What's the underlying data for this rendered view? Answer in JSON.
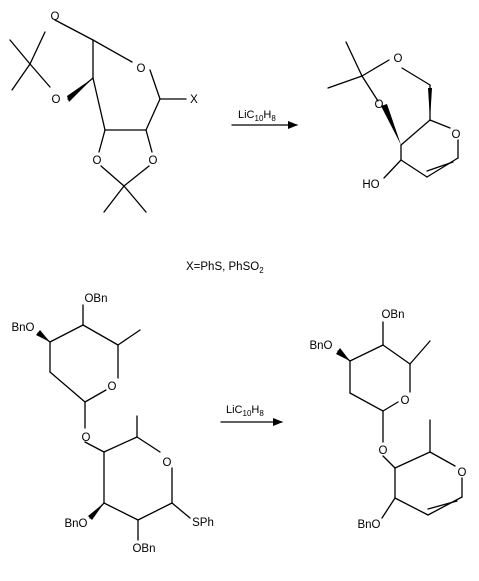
{
  "scheme": {
    "reaction_1": {
      "reagent": "LiC10H8",
      "reactant": {
        "labels": [
          "O",
          "O",
          "O",
          "O",
          "O",
          "X"
        ]
      },
      "product": {
        "labels": [
          "O",
          "O",
          "O",
          "HO"
        ]
      }
    },
    "substituent_note": "X=PhS, PhSO2",
    "reaction_2": {
      "reagent": "LiC10H8",
      "reactant": {
        "labels": [
          "OBn",
          "BnO",
          "O",
          "O",
          "O",
          "OBn",
          "BnO",
          "SPh"
        ]
      },
      "product": {
        "labels": [
          "OBn",
          "BnO",
          "O",
          "O",
          "O",
          "BnO"
        ]
      }
    }
  }
}
